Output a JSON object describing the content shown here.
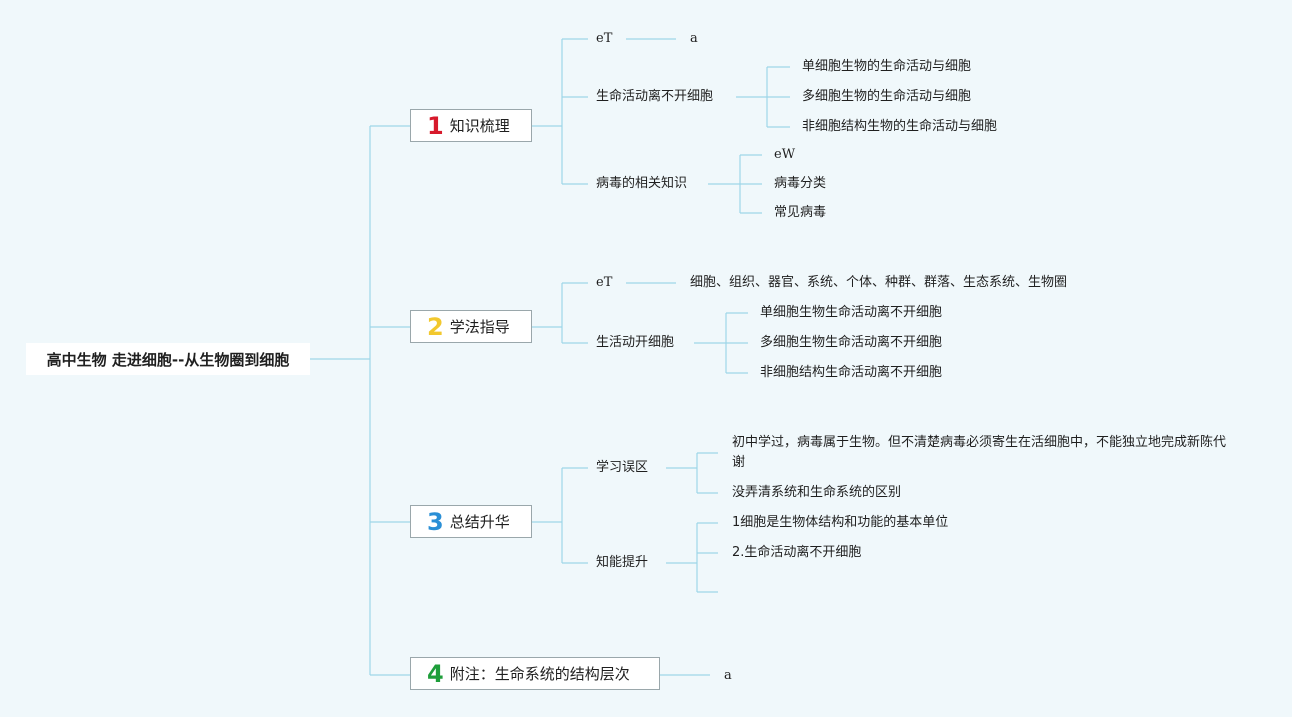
{
  "root": "高中生物 走进细胞--从生物圈到细胞",
  "branches": [
    {
      "number": "1",
      "color": "#d71a2c",
      "label": "知识梳理",
      "children": [
        {
          "label": "eT",
          "leaf": "a"
        },
        {
          "label": "生命活动离不开细胞",
          "items": [
            "单细胞生物的生命活动与细胞",
            "多细胞生物的生命活动与细胞",
            "非细胞结构生物的生命活动与细胞"
          ]
        },
        {
          "label": "病毒的相关知识",
          "items": [
            "eW",
            "病毒分类",
            "常见病毒"
          ]
        }
      ]
    },
    {
      "number": "2",
      "color": "#f2c82e",
      "label": "学法指导",
      "children": [
        {
          "label": "eT",
          "leaf": "细胞、组织、器官、系统、个体、种群、群落、生态系统、生物圈"
        },
        {
          "label": "生活动开细胞",
          "items": [
            "单细胞生物生命活动离不开细胞",
            "多细胞生物生命活动离不开细胞",
            "非细胞结构生命活动离不开细胞"
          ]
        }
      ]
    },
    {
      "number": "3",
      "color": "#2a8fd6",
      "label": "总结升华",
      "children": [
        {
          "label": "学习误区",
          "items": [
            "初中学过，病毒属于生物。但不清楚病毒必须寄生在活细胞中，不能独立地完成新陈代谢",
            "没弄清系统和生命系统的区别"
          ]
        },
        {
          "label": "知能提升",
          "items": [
            "1细胞是生物体结构和功能的基本单位",
            "2.生命活动离不开细胞",
            ""
          ]
        }
      ]
    },
    {
      "number": "4",
      "color": "#1e9e3a",
      "label": "附注：生命系统的结构层次",
      "leaf": "a"
    }
  ]
}
